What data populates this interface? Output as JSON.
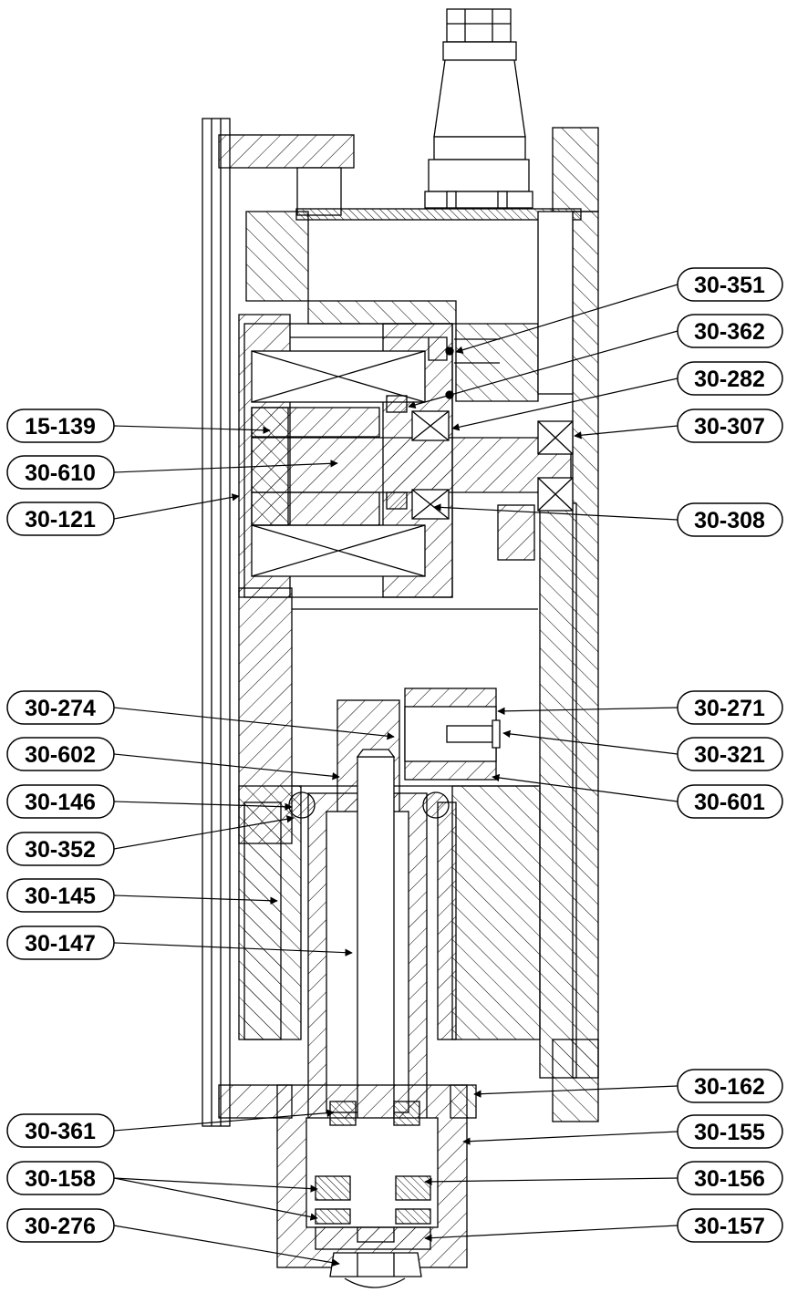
{
  "labels_left": [
    "15-139",
    "30-610",
    "30-121",
    "30-274",
    "30-602",
    "30-146",
    "30-352",
    "30-145",
    "30-147",
    "30-361",
    "30-158",
    "30-276"
  ],
  "labels_right": [
    "30-351",
    "30-362",
    "30-282",
    "30-307",
    "30-308",
    "30-271",
    "30-321",
    "30-601",
    "30-162",
    "30-155",
    "30-156",
    "30-157"
  ],
  "colors": {
    "ink": "#000000",
    "paper": "#ffffff"
  }
}
